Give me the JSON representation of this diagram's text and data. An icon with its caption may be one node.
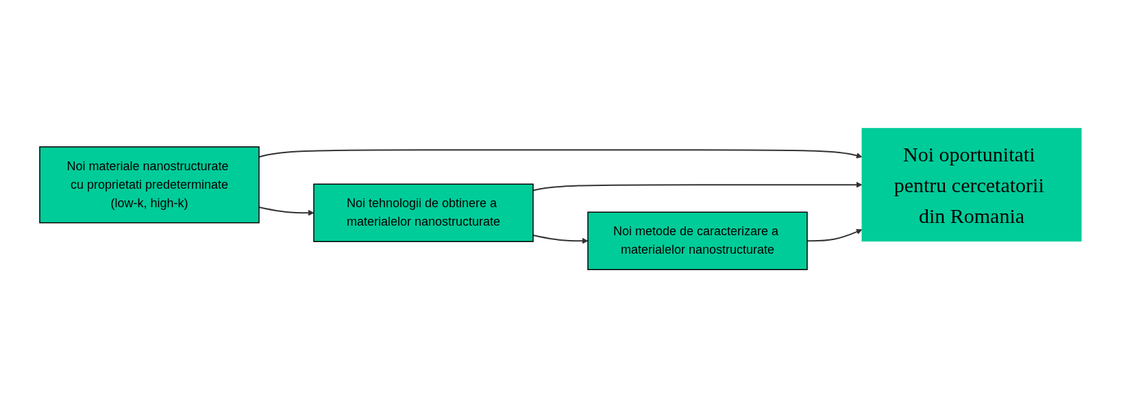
{
  "diagram": {
    "nodes": [
      {
        "text": [
          "Noi materiale nanostructurate cu proprietati predeterminate",
          "(low-k, high-k)"
        ]
      },
      {
        "text": [
          "Noi tehnologii de obtinere a materialelor nanostructurate"
        ]
      },
      {
        "text": [
          "Noi metode de caracterizare a materialelor nanostructurate"
        ]
      },
      {
        "text": [
          "Noi oportunitati pentru cercetatorii din Romania"
        ]
      }
    ],
    "edges": [
      {
        "from": 0,
        "to": 1,
        "arrow": "to"
      },
      {
        "from": 1,
        "to": 2,
        "arrow": "to"
      },
      {
        "from": 0,
        "to": 3,
        "arrow": "to"
      },
      {
        "from": 1,
        "to": 3,
        "arrow": "to"
      },
      {
        "from": 2,
        "to": 3,
        "arrow": "to"
      }
    ]
  }
}
